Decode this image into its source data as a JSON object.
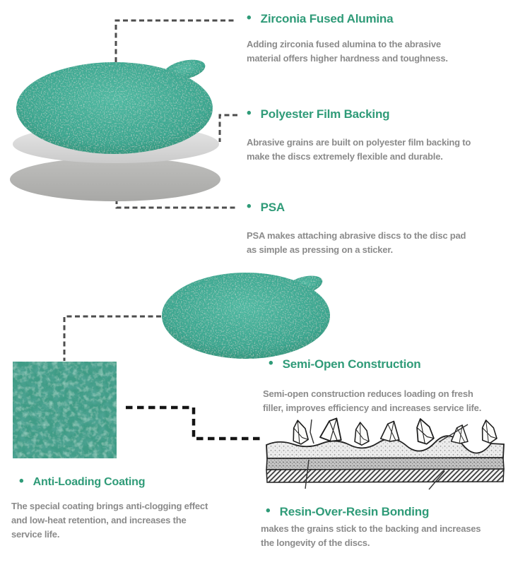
{
  "page_type": "abrasive-disc-feature-infographic",
  "bullet": "•",
  "colors": {
    "accent_green": "#2f9b78",
    "body_gray": "#8b8b8b",
    "disc_green": "#3aa68f",
    "film_layer_gray": "#d9d9d9",
    "pad_layer_gray": "#b2b2b0",
    "connector_dark": "#4d4d4d",
    "thick_connector_black": "#111111"
  },
  "sections": [
    {
      "title": "Zirconia Fused Alumina",
      "body_lines": [
        "Adding zirconia fused alumina to the abrasive",
        "material offers higher hardness and toughness."
      ]
    },
    {
      "title": "Polyester Film Backing",
      "body_lines": [
        "Abrasive grains are built on polyester film backing to",
        "make the discs extremely flexible and durable."
      ]
    },
    {
      "title": "PSA",
      "body_lines": [
        "PSA makes attaching abrasive discs to the disc pad",
        "as simple as pressing on a sticker."
      ]
    },
    {
      "title": "Semi-Open Construction",
      "body_lines": [
        "Semi-open construction reduces loading on fresh",
        "filler, improves efficiency and increases service life."
      ]
    },
    {
      "title": "Anti-Loading Coating",
      "body_lines": [
        "The special coating brings anti-clogging effect",
        "and low-heat retention, and increases the",
        "service life."
      ]
    },
    {
      "title": "Resin-Over-Resin Bonding",
      "body_lines": [
        "makes the grains stick to the backing and increases",
        "the longevity of the discs."
      ]
    }
  ]
}
